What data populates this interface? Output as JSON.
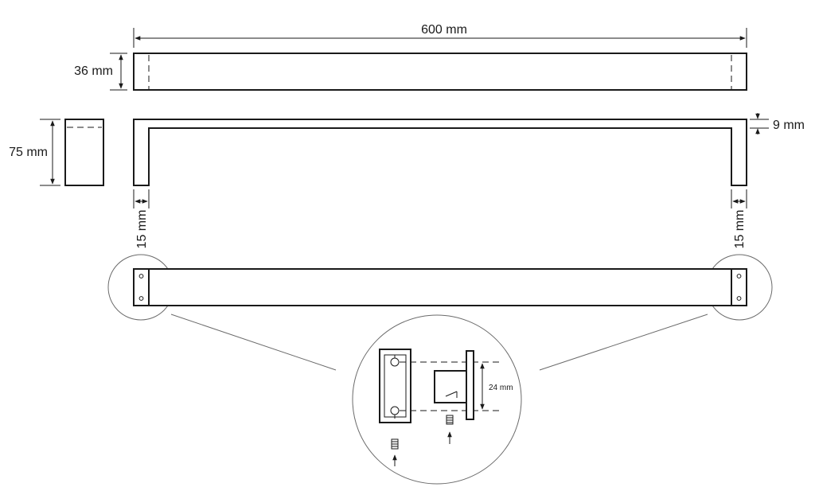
{
  "dimensions": {
    "length": "600 mm",
    "width": "36 mm",
    "depth": "75 mm",
    "thickness": "9 mm",
    "post_left": "15 mm",
    "post_right": "15 mm",
    "hole_spacing": "24 mm"
  }
}
